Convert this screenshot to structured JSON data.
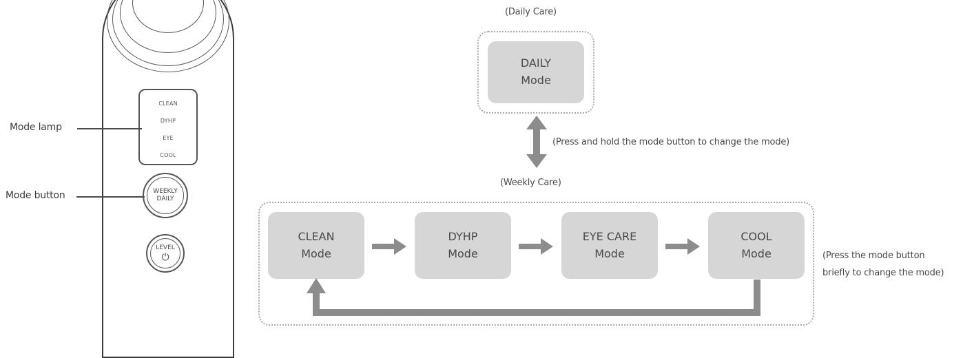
{
  "device": {
    "lamps": [
      "CLEAN",
      "DYHP",
      "EYE",
      "COOL"
    ],
    "mode_button": [
      "WEEKLY",
      "DAILY"
    ],
    "level_button": "LEVEL",
    "power_glyph": "⏻",
    "callouts": {
      "mode_lamp": "Mode lamp",
      "mode_button": "Mode button"
    }
  },
  "daily": {
    "caption": "(Daily Care)",
    "mode": {
      "name": "DAILY",
      "suffix": "Mode"
    }
  },
  "hold_instruction": "(Press and hold the mode button to change the mode)",
  "weekly": {
    "caption": "(Weekly Care)",
    "modes": [
      {
        "name": "CLEAN",
        "suffix": "Mode"
      },
      {
        "name": "DYHP",
        "suffix": "Mode"
      },
      {
        "name": "EYE CARE",
        "suffix": "Mode"
      },
      {
        "name": "COOL",
        "suffix": "Mode"
      }
    ],
    "instruction_lines": [
      "(Press the mode button",
      "briefly to change the mode)"
    ]
  },
  "colors": {
    "mode_box": "#d6d6d6",
    "arrow": "#8c8c8c",
    "dotted_border": "#a8a8a8"
  }
}
